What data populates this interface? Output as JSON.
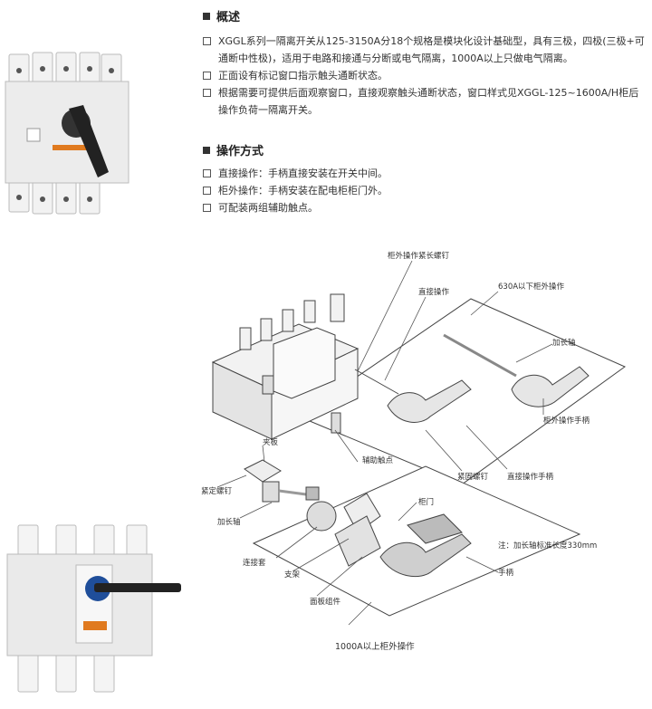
{
  "overview": {
    "title": "概述",
    "items": [
      "XGGL系列一隔离开关从125-3150A分18个规格是模块化设计基础型，具有三极，四极(三极+可通断中性极)，适用于电路和接通与分断或电气隔离，1000A以上只做电气隔离。",
      "正面设有标记窗口指示触头通断状态。",
      "根据需要可提供后面观察窗口，直接观察触头通断状态，窗口样式见XGGL-125~1600A/H柜后操作负荷一隔离开关。"
    ]
  },
  "operation": {
    "title": "操作方式",
    "items": [
      "直接操作：手柄直接安装在开关中间。",
      "柜外操作：手柄安装在配电柜柜门外。",
      "可配装两组辅助触点。"
    ]
  },
  "diagram": {
    "labels": {
      "cabinet_screw": "柜外操作紧长螺钉",
      "direct_op": "直接操作",
      "below_630": "630A以下柜外操作",
      "extension_shaft_top": "加长轴",
      "outside_handle": "柜外操作手柄",
      "aux_contact": "辅助触点",
      "clamp_plate": "夹板",
      "tight_screw_left": "紧定螺钉",
      "tight_screw_mid": "紧固螺钉",
      "direct_handle": "直接操作手柄",
      "extension_shaft_left": "加长轴",
      "cabinet_door": "柜门",
      "note": "注：加长轴标准长度330mm",
      "coupling": "连接套",
      "bracket": "支架",
      "handle": "手柄",
      "panel_assembly": "面板组件",
      "above_1000": "1000A以上柜外操作"
    }
  },
  "colors": {
    "body": "#e8e8e8",
    "handle": "#222222",
    "label_orange": "#e07a1f",
    "blue_panel": "#1f4e9a"
  }
}
